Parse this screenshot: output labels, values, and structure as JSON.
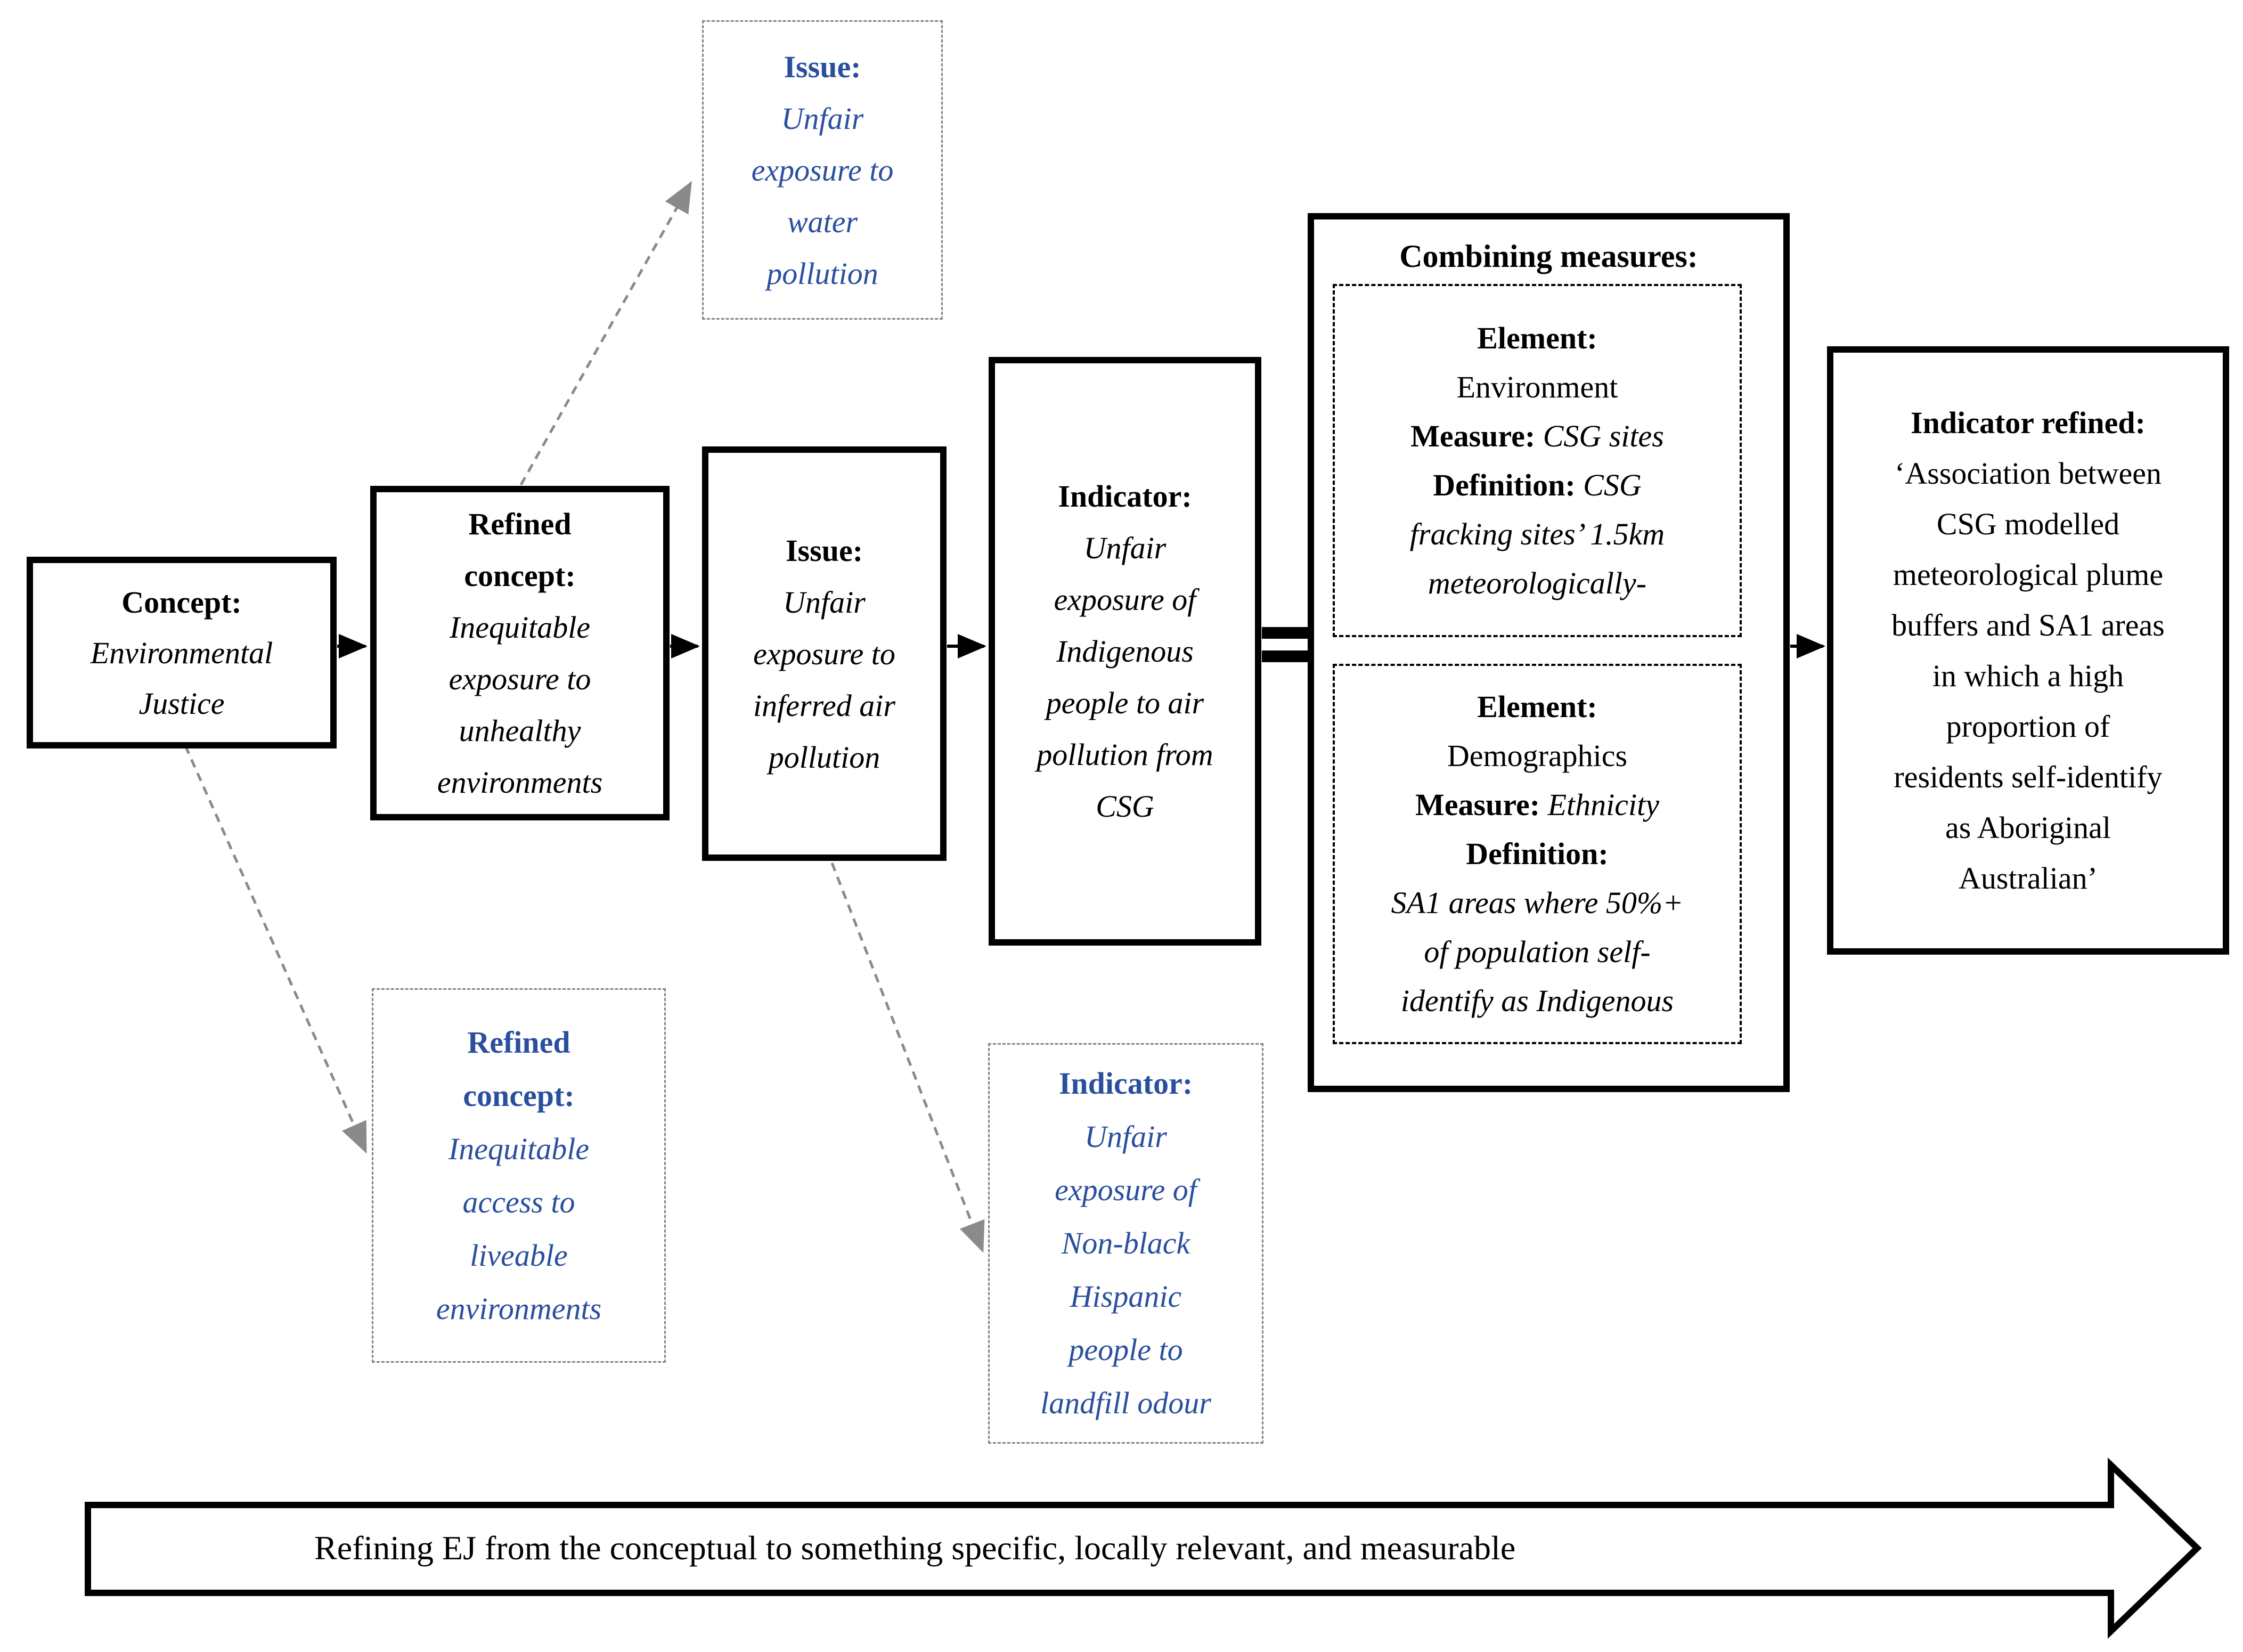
{
  "colors": {
    "accent_blue": "#2A4F9E",
    "line_gray": "#8A8A8A",
    "border_gray": "#848484",
    "black": "#000000"
  },
  "main_flow": {
    "concept": {
      "title": "Concept:",
      "body": "Environmental\nJustice"
    },
    "refined_concept": {
      "title": "Refined\nconcept:",
      "body": "Inequitable\nexposure to\nunhealthy\nenvironments"
    },
    "issue": {
      "title": "Issue:",
      "body": "Unfair\nexposure to\ninferred air\npollution"
    },
    "indicator": {
      "title": "Indicator:",
      "body": "Unfair\nexposure of\nIndigenous\npeople to air\npollution from\nCSG"
    },
    "combining": {
      "title": "Combining measures:",
      "environment": {
        "element_label": "Element:",
        "element_value": "Environment",
        "measure_label": "Measure:",
        "measure_value": "CSG sites",
        "definition_label": "Definition:",
        "definition_value": "CSG\nfracking sites’ 1.5km\nmeteorologically-"
      },
      "demographics": {
        "element_label": "Element:",
        "element_value": "Demographics",
        "measure_label": "Measure:",
        "measure_value": "Ethnicity",
        "definition_label": "Definition:",
        "definition_value": "SA1 areas where 50%+\nof population self-\nidentify as Indigenous"
      }
    },
    "indicator_refined": {
      "title": "Indicator refined:",
      "body": "‘Association between\nCSG modelled\nmeteorological plume\nbuffers and SA1 areas\nin which a high\nproportion of\nresidents self-identify\nas Aboriginal\nAustralian’"
    }
  },
  "alternatives": {
    "issue_alt": {
      "title": "Issue:",
      "body": "Unfair\nexposure to\nwater\npollution"
    },
    "refined_concept_alt": {
      "title": "Refined\nconcept:",
      "body": "Inequitable\naccess to\nliveable\nenvironments"
    },
    "indicator_alt": {
      "title": "Indicator:",
      "body": "Unfair\nexposure of\nNon-black\nHispanic\npeople to\nlandfill odour"
    }
  },
  "bottom_arrow": {
    "label": "Refining EJ from the conceptual to something specific, locally relevant, and measurable"
  }
}
